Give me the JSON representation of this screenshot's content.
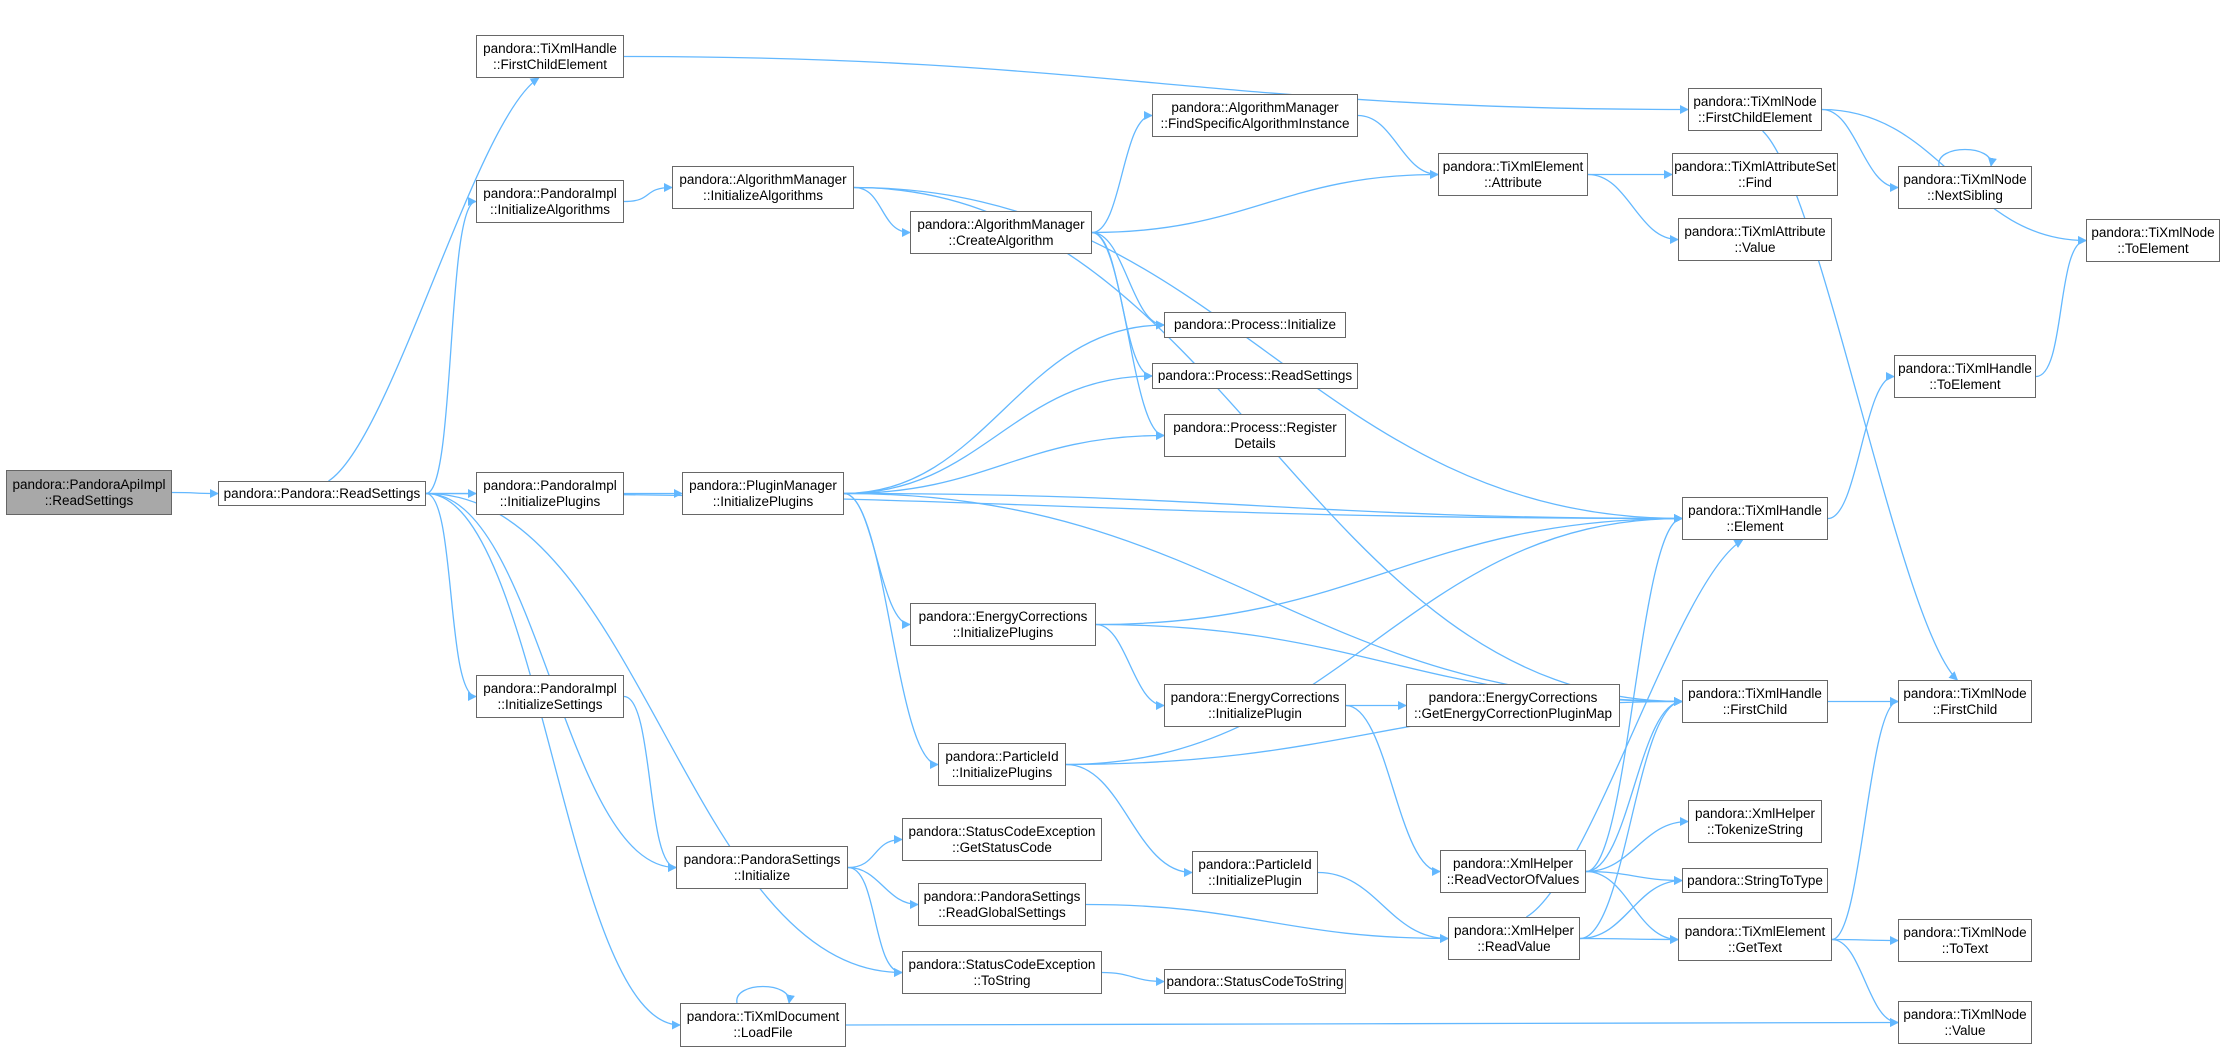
{
  "edge_color": "#63b8ff",
  "node_border_color": "#676767",
  "root_fill_color": "#a8a8a8",
  "nodes": {
    "n0": {
      "l1": "pandora::PandoraApiImpl",
      "l2": "::ReadSettings"
    },
    "n1": {
      "l1": "pandora::Pandora::ReadSettings",
      "l2": ""
    },
    "n2": {
      "l1": "pandora::TiXmlHandle",
      "l2": "::FirstChildElement"
    },
    "n3": {
      "l1": "pandora::PandoraImpl",
      "l2": "::InitializeAlgorithms"
    },
    "n4": {
      "l1": "pandora::PandoraImpl",
      "l2": "::InitializePlugins"
    },
    "n5": {
      "l1": "pandora::PandoraImpl",
      "l2": "::InitializeSettings"
    },
    "n6": {
      "l1": "pandora::AlgorithmManager",
      "l2": "::InitializeAlgorithms"
    },
    "n7": {
      "l1": "pandora::PluginManager",
      "l2": "::InitializePlugins"
    },
    "n8": {
      "l1": "pandora::PandoraSettings",
      "l2": "::Initialize"
    },
    "n9": {
      "l1": "pandora::TiXmlDocument",
      "l2": "::LoadFile"
    },
    "n10": {
      "l1": "pandora::AlgorithmManager",
      "l2": "::FindSpecificAlgorithmInstance"
    },
    "n11": {
      "l1": "pandora::AlgorithmManager",
      "l2": "::CreateAlgorithm"
    },
    "n12": {
      "l1": "pandora::Process::Initialize",
      "l2": ""
    },
    "n13": {
      "l1": "pandora::Process::ReadSettings",
      "l2": ""
    },
    "n14": {
      "l1": "pandora::Process::Register",
      "l2": "Details"
    },
    "n15": {
      "l1": "pandora::EnergyCorrections",
      "l2": "::InitializePlugins"
    },
    "n16": {
      "l1": "pandora::ParticleId",
      "l2": "::InitializePlugins"
    },
    "n17": {
      "l1": "pandora::StatusCodeException",
      "l2": "::GetStatusCode"
    },
    "n18": {
      "l1": "pandora::PandoraSettings",
      "l2": "::ReadGlobalSettings"
    },
    "n19": {
      "l1": "pandora::StatusCodeException",
      "l2": "::ToString"
    },
    "n20": {
      "l1": "pandora::EnergyCorrections",
      "l2": "::InitializePlugin"
    },
    "n21": {
      "l1": "pandora::ParticleId",
      "l2": "::InitializePlugin"
    },
    "n22": {
      "l1": "pandora::StatusCodeToString",
      "l2": ""
    },
    "n23": {
      "l1": "pandora::TiXmlNode",
      "l2": "::FirstChildElement"
    },
    "n24": {
      "l1": "pandora::TiXmlElement",
      "l2": "::Attribute"
    },
    "n25": {
      "l1": "pandora::TiXmlHandle",
      "l2": "::Element"
    },
    "n26": {
      "l1": "pandora::TiXmlHandle",
      "l2": "::FirstChild"
    },
    "n27": {
      "l1": "pandora::EnergyCorrections",
      "l2": "::GetEnergyCorrectionPluginMap"
    },
    "n28": {
      "l1": "pandora::XmlHelper",
      "l2": "::ReadVectorOfValues"
    },
    "n29": {
      "l1": "pandora::XmlHelper",
      "l2": "::ReadValue"
    },
    "n30": {
      "l1": "pandora::TiXmlAttributeSet",
      "l2": "::Find"
    },
    "n31": {
      "l1": "pandora::TiXmlAttribute",
      "l2": "::Value"
    },
    "n32": {
      "l1": "pandora::XmlHelper",
      "l2": "::TokenizeString"
    },
    "n33": {
      "l1": "pandora::StringToType",
      "l2": ""
    },
    "n34": {
      "l1": "pandora::TiXmlElement",
      "l2": "::GetText"
    },
    "n35": {
      "l1": "pandora::TiXmlNode",
      "l2": "::NextSibling"
    },
    "n36": {
      "l1": "pandora::TiXmlHandle",
      "l2": "::ToElement"
    },
    "n37": {
      "l1": "pandora::TiXmlNode",
      "l2": "::FirstChild"
    },
    "n38": {
      "l1": "pandora::TiXmlNode",
      "l2": "::ToText"
    },
    "n39": {
      "l1": "pandora::TiXmlNode",
      "l2": "::Value"
    },
    "n40": {
      "l1": "pandora::TiXmlNode",
      "l2": "::ToElement"
    }
  },
  "edges": [
    [
      "n0",
      "n1"
    ],
    [
      "n1",
      "n2"
    ],
    [
      "n1",
      "n3"
    ],
    [
      "n1",
      "n4"
    ],
    [
      "n1",
      "n5"
    ],
    [
      "n1",
      "n8"
    ],
    [
      "n1",
      "n9"
    ],
    [
      "n1",
      "n19"
    ],
    [
      "n1",
      "n25"
    ],
    [
      "n2",
      "n23"
    ],
    [
      "n3",
      "n6"
    ],
    [
      "n4",
      "n7"
    ],
    [
      "n5",
      "n8"
    ],
    [
      "n6",
      "n11"
    ],
    [
      "n6",
      "n25"
    ],
    [
      "n6",
      "n26"
    ],
    [
      "n7",
      "n12"
    ],
    [
      "n7",
      "n13"
    ],
    [
      "n7",
      "n14"
    ],
    [
      "n7",
      "n15"
    ],
    [
      "n7",
      "n16"
    ],
    [
      "n7",
      "n25"
    ],
    [
      "n7",
      "n26"
    ],
    [
      "n8",
      "n17"
    ],
    [
      "n8",
      "n18"
    ],
    [
      "n8",
      "n19"
    ],
    [
      "n9",
      "n9"
    ],
    [
      "n9",
      "n39"
    ],
    [
      "n10",
      "n24"
    ],
    [
      "n11",
      "n10"
    ],
    [
      "n11",
      "n12"
    ],
    [
      "n11",
      "n13"
    ],
    [
      "n11",
      "n14"
    ],
    [
      "n11",
      "n24"
    ],
    [
      "n15",
      "n20"
    ],
    [
      "n15",
      "n25"
    ],
    [
      "n15",
      "n26"
    ],
    [
      "n16",
      "n21"
    ],
    [
      "n16",
      "n25"
    ],
    [
      "n16",
      "n26"
    ],
    [
      "n18",
      "n29"
    ],
    [
      "n19",
      "n22"
    ],
    [
      "n20",
      "n27"
    ],
    [
      "n20",
      "n28"
    ],
    [
      "n21",
      "n29"
    ],
    [
      "n23",
      "n35"
    ],
    [
      "n23",
      "n37"
    ],
    [
      "n23",
      "n40"
    ],
    [
      "n24",
      "n30"
    ],
    [
      "n24",
      "n31"
    ],
    [
      "n25",
      "n36"
    ],
    [
      "n26",
      "n37"
    ],
    [
      "n28",
      "n25"
    ],
    [
      "n28",
      "n26"
    ],
    [
      "n28",
      "n32"
    ],
    [
      "n28",
      "n33"
    ],
    [
      "n28",
      "n34"
    ],
    [
      "n29",
      "n25"
    ],
    [
      "n29",
      "n26"
    ],
    [
      "n29",
      "n33"
    ],
    [
      "n29",
      "n34"
    ],
    [
      "n34",
      "n37"
    ],
    [
      "n34",
      "n38"
    ],
    [
      "n34",
      "n39"
    ],
    [
      "n35",
      "n35"
    ],
    [
      "n36",
      "n40"
    ]
  ]
}
